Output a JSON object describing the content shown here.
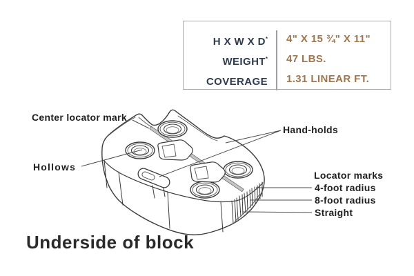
{
  "colors": {
    "spec_label_navy": "#2e3c4d",
    "spec_value_brown": "#9e764f",
    "table_border_gray": "#a8a8a8",
    "line_art": "#3a3a3a",
    "leader_line": "#4a4a4a",
    "groove_band": "#c6c6c6"
  },
  "spec_table": {
    "rows": [
      {
        "label": "H X W X D",
        "sup": "*",
        "value": "4\" X 15 ¾\" X 11\""
      },
      {
        "label": "WEIGHT",
        "sup": "*",
        "value": "47 LBS."
      },
      {
        "label": "COVERAGE",
        "sup": "",
        "value": "1.31 LINEAR FT."
      }
    ]
  },
  "callouts": {
    "center_locator_mark": "Center locator mark",
    "hollows": "Hollows",
    "hand_holds": "Hand-holds",
    "locator_marks": "Locator marks",
    "four_foot_radius": "4-foot radius",
    "eight_foot_radius": "8-foot radius",
    "straight": "Straight"
  },
  "caption": "Underside of block"
}
